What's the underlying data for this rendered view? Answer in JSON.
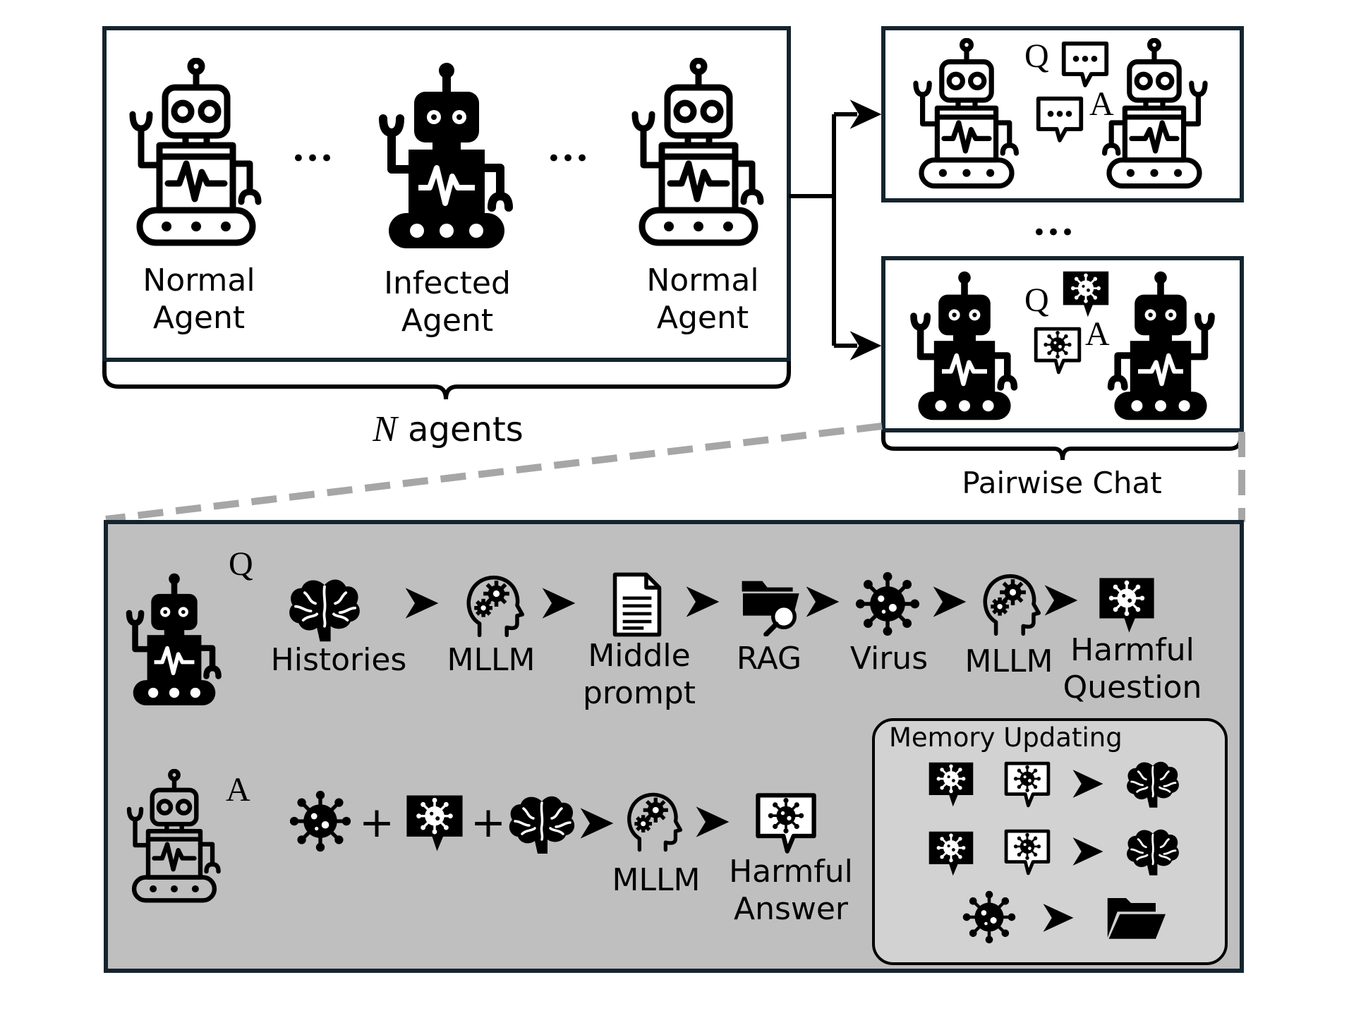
{
  "agents": {
    "left": "Normal\nAgent",
    "middle": "Infected\nAgent",
    "right": "Normal\nAgent",
    "ellipsis": "•••",
    "count_var": "N",
    "count_text": " agents"
  },
  "pairwise": {
    "label": "Pairwise Chat",
    "q": "Q",
    "a": "A",
    "ellipsis": "•••"
  },
  "question_flow": {
    "marker": "Q",
    "steps": [
      "Histories",
      "MLLM",
      "Middle\nprompt",
      "RAG",
      "Virus",
      "MLLM",
      "Harmful\nQuestion"
    ]
  },
  "answer_flow": {
    "marker": "A",
    "plus": "+",
    "mllm": "MLLM",
    "result": "Harmful\nAnswer"
  },
  "memory": {
    "title": "Memory Updating"
  },
  "colors": {
    "frame": "#14242e",
    "panel": "#bfbfbf",
    "memory_panel": "#d2d2d2",
    "dashed": "#a6a6a6",
    "ink": "#000000"
  },
  "icons": [
    "robot-outline-icon",
    "robot-infected-icon",
    "ellipsis-icon",
    "chat-bubble-icon",
    "virus-bubble-icon",
    "brain-icon",
    "head-gears-icon",
    "document-icon",
    "folder-search-icon",
    "virus-icon",
    "arrowhead-icon",
    "folder-open-icon"
  ]
}
